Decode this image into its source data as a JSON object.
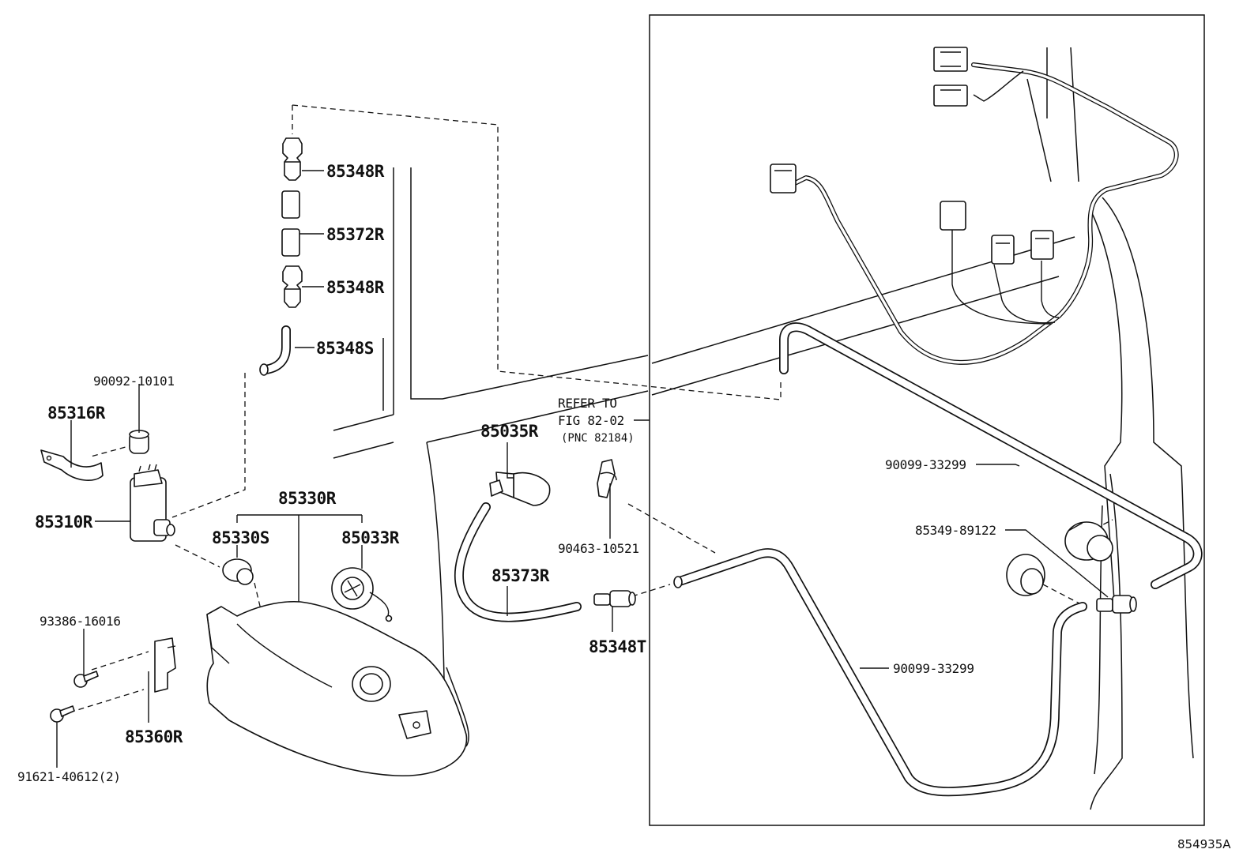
{
  "figure_id": "854935A",
  "refer": {
    "line1": "REFER TO",
    "line2": "FIG 82-02",
    "line3": "(PNC 82184)"
  },
  "parts": {
    "p85348R_top": "85348R",
    "p85372R": "85372R",
    "p85348R_mid": "85348R",
    "p85348S": "85348S",
    "p90092": "90092-10101",
    "p85316R": "85316R",
    "p85310R": "85310R",
    "p85330R": "85330R",
    "p85330S": "85330S",
    "p85033R": "85033R",
    "p93386": "93386-16016",
    "p85360R": "85360R",
    "p91621": "91621-40612(2)",
    "p85035R": "85035R",
    "p90463": "90463-10521",
    "p85373R": "85373R",
    "p85348T": "85348T",
    "p90099_upper": "90099-33299",
    "p85349": "85349-89122",
    "p90099_lower": "90099-33299"
  }
}
